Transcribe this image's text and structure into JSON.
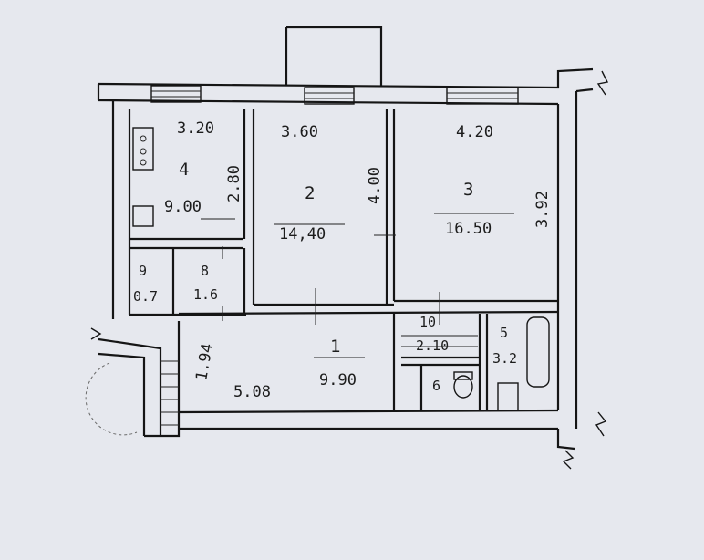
{
  "rooms": [
    {
      "number": "1",
      "area": "9.90"
    },
    {
      "number": "2",
      "area": "14,40"
    },
    {
      "number": "3",
      "area": "16.50"
    },
    {
      "number": "4",
      "area": "9.00"
    },
    {
      "number": "5",
      "area": "3.2"
    },
    {
      "number": "6",
      "area": ""
    },
    {
      "number": "8",
      "area": "1.6"
    },
    {
      "number": "9",
      "area": "0.7"
    },
    {
      "number": "10",
      "area": "2.10"
    }
  ],
  "dimensions": {
    "room4_width": "3.20",
    "room4_depth": "2.80",
    "room2_width": "3.60",
    "room2_depth": "4.00",
    "room3_width": "4.20",
    "room3_depth": "3.92",
    "hall_width": "5.08",
    "hall_depth": "1.94"
  },
  "colors": {
    "paper": "#e6e8ee",
    "ink": "#151515"
  }
}
